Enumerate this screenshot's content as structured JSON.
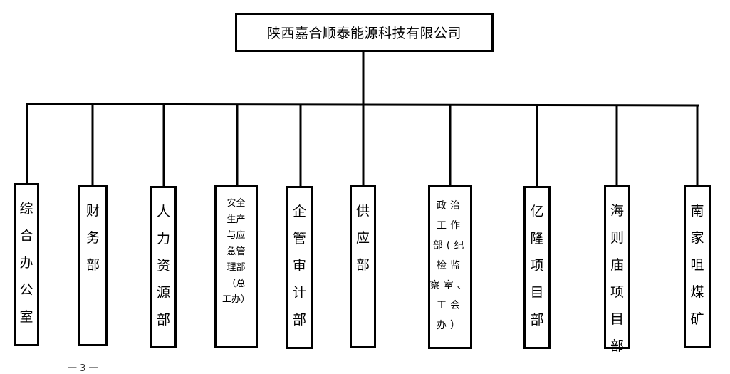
{
  "company": "陕西嘉合顺泰能源科技有限公司",
  "departments": [
    {
      "id": "general-office",
      "label": "综合办公室"
    },
    {
      "id": "finance",
      "label": "财务部"
    },
    {
      "id": "hr",
      "label": "人力资源部"
    },
    {
      "id": "safety",
      "label": "安全\n生产\n与应\n急管\n理部\n（总\n工办）"
    },
    {
      "id": "audit",
      "label": "企管审计部"
    },
    {
      "id": "supply",
      "label": "供应部"
    },
    {
      "id": "political",
      "label": "政治\n工作\n部(纪\n检监\n察室、\n工会\n办）"
    },
    {
      "id": "yilong",
      "label": "亿隆项目部"
    },
    {
      "id": "haizemiao",
      "label": "海则庙项目部"
    },
    {
      "id": "nanjiazui",
      "label": "南家咀煤矿"
    }
  ],
  "footer_fragment": "一 3 一"
}
